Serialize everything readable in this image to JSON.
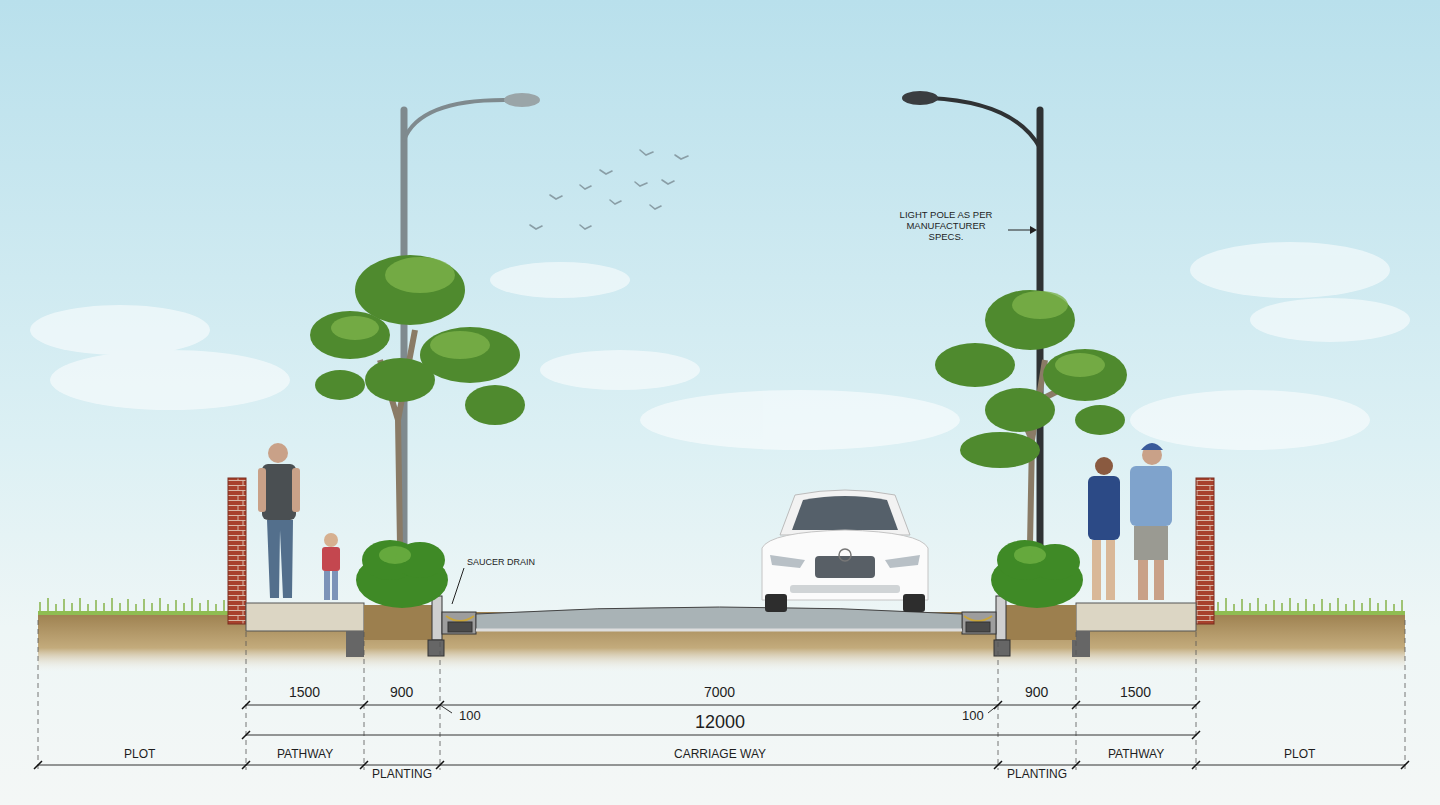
{
  "diagram": {
    "labels": [
      "LIGHT POLE AS PER MANUFACTURER SPECS.",
      "SAUCER DRAIN",
      "1500",
      "900",
      "7000",
      "900",
      "1500",
      "100",
      "12000",
      "100",
      "PLOT",
      "PATHWAY",
      "PLANTING",
      "CARRIAGE WAY",
      "PLANTING",
      "PATHWAY",
      "PLOT"
    ]
  }
}
